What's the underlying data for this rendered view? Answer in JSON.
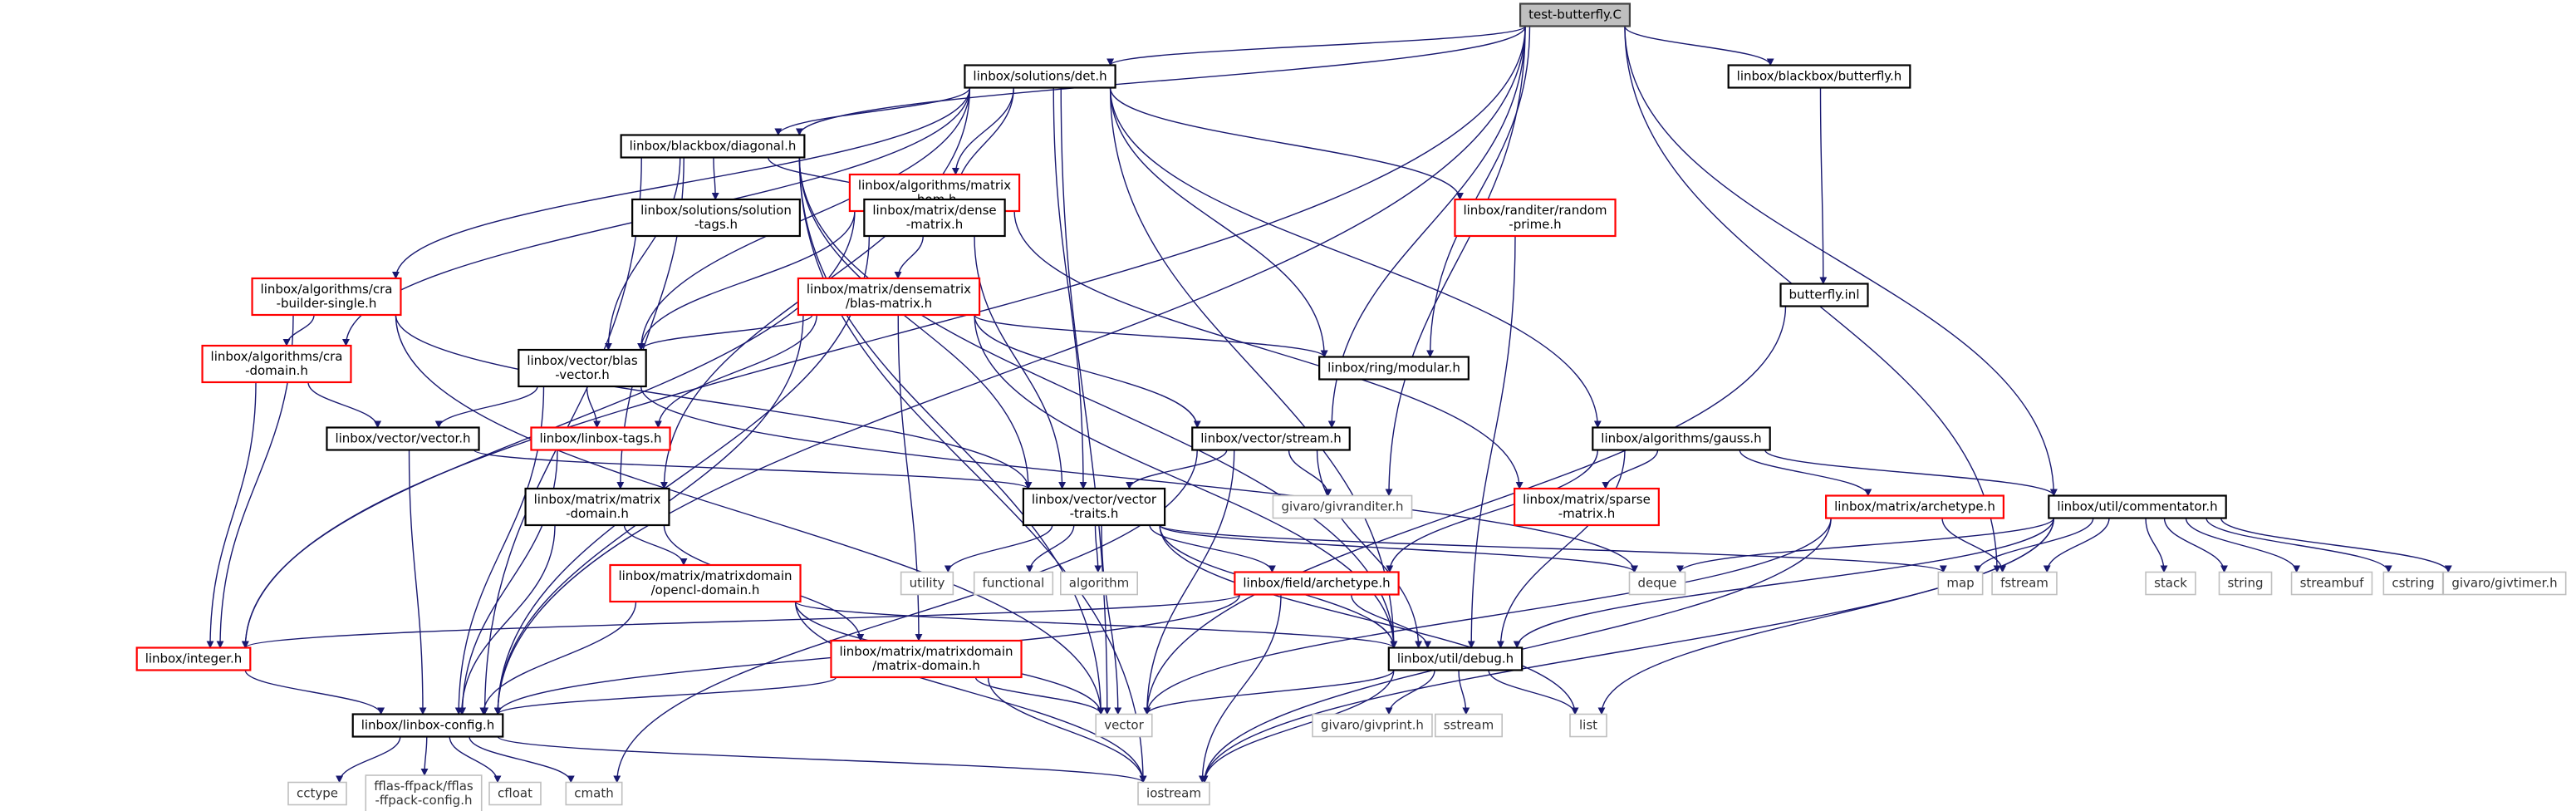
{
  "colors": {
    "edge": "#191970",
    "border_black": "#000000",
    "border_red": "#ff0000",
    "border_gray": "#bfbfbf",
    "root_fill": "#bfbfbf"
  },
  "nodes": [
    {
      "id": "root",
      "kind": "root",
      "lines": [
        "test-butterfly.C"
      ]
    },
    {
      "id": "det",
      "kind": "black",
      "lines": [
        "linbox/solutions/det.h"
      ]
    },
    {
      "id": "bb_butterfly",
      "kind": "black",
      "lines": [
        "linbox/blackbox/butterfly.h"
      ]
    },
    {
      "id": "diagonal",
      "kind": "black",
      "lines": [
        "linbox/blackbox/diagonal.h"
      ]
    },
    {
      "id": "matrix_hom",
      "kind": "red",
      "lines": [
        "linbox/algorithms/matrix",
        "-hom.h"
      ]
    },
    {
      "id": "solution_tags",
      "kind": "black",
      "lines": [
        "linbox/solutions/solution",
        "-tags.h"
      ]
    },
    {
      "id": "dense_matrix",
      "kind": "black",
      "lines": [
        "linbox/matrix/dense",
        "-matrix.h"
      ]
    },
    {
      "id": "random_prime",
      "kind": "red",
      "lines": [
        "linbox/randiter/random",
        "-prime.h"
      ]
    },
    {
      "id": "butterfly_inl",
      "kind": "black",
      "lines": [
        "butterfly.inl"
      ]
    },
    {
      "id": "cra_builder",
      "kind": "red",
      "lines": [
        "linbox/algorithms/cra",
        "-builder-single.h"
      ]
    },
    {
      "id": "blas_matrix",
      "kind": "red",
      "lines": [
        "linbox/matrix/densematrix",
        "/blas-matrix.h"
      ]
    },
    {
      "id": "cra_domain",
      "kind": "red",
      "lines": [
        "linbox/algorithms/cra",
        "-domain.h"
      ]
    },
    {
      "id": "blas_vector",
      "kind": "black",
      "lines": [
        "linbox/vector/blas",
        "-vector.h"
      ]
    },
    {
      "id": "ring_modular",
      "kind": "black",
      "lines": [
        "linbox/ring/modular.h"
      ]
    },
    {
      "id": "vector_h",
      "kind": "black",
      "lines": [
        "linbox/vector/vector.h"
      ]
    },
    {
      "id": "linbox_tags",
      "kind": "red",
      "lines": [
        "linbox/linbox-tags.h"
      ]
    },
    {
      "id": "stream",
      "kind": "black",
      "lines": [
        "linbox/vector/stream.h"
      ]
    },
    {
      "id": "gauss",
      "kind": "black",
      "lines": [
        "linbox/algorithms/gauss.h"
      ]
    },
    {
      "id": "matrix_domain",
      "kind": "black",
      "lines": [
        "linbox/matrix/matrix",
        "-domain.h"
      ]
    },
    {
      "id": "vector_traits",
      "kind": "black",
      "lines": [
        "linbox/vector/vector",
        "-traits.h"
      ]
    },
    {
      "id": "givranditer",
      "kind": "gray",
      "lines": [
        "givaro/givranditer.h"
      ]
    },
    {
      "id": "sparse_matrix",
      "kind": "red",
      "lines": [
        "linbox/matrix/sparse",
        "-matrix.h"
      ]
    },
    {
      "id": "matrix_archetype",
      "kind": "red",
      "lines": [
        "linbox/matrix/archetype.h"
      ]
    },
    {
      "id": "commentator",
      "kind": "black",
      "lines": [
        "linbox/util/commentator.h"
      ]
    },
    {
      "id": "opencl_domain",
      "kind": "red",
      "lines": [
        "linbox/matrix/matrixdomain",
        "/opencl-domain.h"
      ]
    },
    {
      "id": "utility",
      "kind": "gray",
      "lines": [
        "utility"
      ]
    },
    {
      "id": "functional",
      "kind": "gray",
      "lines": [
        "functional"
      ]
    },
    {
      "id": "algorithm",
      "kind": "gray",
      "lines": [
        "algorithm"
      ]
    },
    {
      "id": "field_archetype",
      "kind": "red",
      "lines": [
        "linbox/field/archetype.h"
      ]
    },
    {
      "id": "deque",
      "kind": "gray",
      "lines": [
        "deque"
      ]
    },
    {
      "id": "map",
      "kind": "gray",
      "lines": [
        "map"
      ]
    },
    {
      "id": "fstream",
      "kind": "gray",
      "lines": [
        "fstream"
      ]
    },
    {
      "id": "stack",
      "kind": "gray",
      "lines": [
        "stack"
      ]
    },
    {
      "id": "string",
      "kind": "gray",
      "lines": [
        "string"
      ]
    },
    {
      "id": "streambuf",
      "kind": "gray",
      "lines": [
        "streambuf"
      ]
    },
    {
      "id": "cstring",
      "kind": "gray",
      "lines": [
        "cstring"
      ]
    },
    {
      "id": "givtimer",
      "kind": "gray",
      "lines": [
        "givaro/givtimer.h"
      ]
    },
    {
      "id": "integer",
      "kind": "red",
      "lines": [
        "linbox/integer.h"
      ]
    },
    {
      "id": "md_matrix_domain",
      "kind": "red",
      "lines": [
        "linbox/matrix/matrixdomain",
        "/matrix-domain.h"
      ]
    },
    {
      "id": "debug",
      "kind": "black",
      "lines": [
        "linbox/util/debug.h"
      ]
    },
    {
      "id": "linbox_config",
      "kind": "black",
      "lines": [
        "linbox/linbox-config.h"
      ]
    },
    {
      "id": "vector",
      "kind": "gray",
      "lines": [
        "vector"
      ]
    },
    {
      "id": "list",
      "kind": "gray",
      "lines": [
        "list"
      ]
    },
    {
      "id": "givprint",
      "kind": "gray",
      "lines": [
        "givaro/givprint.h"
      ]
    },
    {
      "id": "sstream",
      "kind": "gray",
      "lines": [
        "sstream"
      ]
    },
    {
      "id": "cctype",
      "kind": "gray",
      "lines": [
        "cctype"
      ]
    },
    {
      "id": "ffpack_config",
      "kind": "gray",
      "lines": [
        "fflas-ffpack/fflas",
        "-ffpack-config.h"
      ]
    },
    {
      "id": "cfloat",
      "kind": "gray",
      "lines": [
        "cfloat"
      ]
    },
    {
      "id": "cmath",
      "kind": "gray",
      "lines": [
        "cmath"
      ]
    },
    {
      "id": "iostream",
      "kind": "gray",
      "lines": [
        "iostream"
      ]
    }
  ],
  "edges": [
    [
      "root",
      "det"
    ],
    [
      "root",
      "bb_butterfly"
    ],
    [
      "root",
      "diagonal"
    ],
    [
      "root",
      "ring_modular"
    ],
    [
      "root",
      "stream"
    ],
    [
      "root",
      "givranditer"
    ],
    [
      "root",
      "fstream"
    ],
    [
      "root",
      "commentator"
    ],
    [
      "root",
      "linbox_config"
    ],
    [
      "root",
      "integer"
    ],
    [
      "det",
      "diagonal"
    ],
    [
      "det",
      "matrix_hom"
    ],
    [
      "det",
      "dense_matrix"
    ],
    [
      "det",
      "random_prime"
    ],
    [
      "det",
      "cra_builder"
    ],
    [
      "det",
      "cra_domain"
    ],
    [
      "det",
      "blas_vector"
    ],
    [
      "det",
      "ring_modular"
    ],
    [
      "det",
      "vector_traits"
    ],
    [
      "det",
      "matrix_domain"
    ],
    [
      "det",
      "gauss"
    ],
    [
      "det",
      "debug"
    ],
    [
      "det",
      "vector"
    ],
    [
      "bb_butterfly",
      "butterfly_inl"
    ],
    [
      "diagonal",
      "solution_tags"
    ],
    [
      "diagonal",
      "dense_matrix"
    ],
    [
      "diagonal",
      "blas_vector"
    ],
    [
      "diagonal",
      "vector_traits"
    ],
    [
      "diagonal",
      "linbox_config"
    ],
    [
      "diagonal",
      "debug"
    ],
    [
      "diagonal",
      "matrix_domain"
    ],
    [
      "diagonal",
      "iostream"
    ],
    [
      "diagonal",
      "vector"
    ],
    [
      "matrix_hom",
      "dense_matrix"
    ],
    [
      "matrix_hom",
      "blas_vector"
    ],
    [
      "matrix_hom",
      "integer"
    ],
    [
      "matrix_hom",
      "sparse_matrix"
    ],
    [
      "dense_matrix",
      "blas_matrix"
    ],
    [
      "dense_matrix",
      "vector_traits"
    ],
    [
      "dense_matrix",
      "linbox_config"
    ],
    [
      "random_prime",
      "debug"
    ],
    [
      "butterfly_inl",
      "vector"
    ],
    [
      "cra_builder",
      "cra_domain"
    ],
    [
      "cra_builder",
      "integer"
    ],
    [
      "cra_builder",
      "vector"
    ],
    [
      "cra_builder",
      "vector_traits"
    ],
    [
      "blas_matrix",
      "blas_vector"
    ],
    [
      "blas_matrix",
      "linbox_tags"
    ],
    [
      "blas_matrix",
      "ring_modular"
    ],
    [
      "blas_matrix",
      "stream"
    ],
    [
      "blas_matrix",
      "debug"
    ],
    [
      "blas_matrix",
      "md_matrix_domain"
    ],
    [
      "blas_matrix",
      "linbox_config"
    ],
    [
      "cra_domain",
      "vector_h"
    ],
    [
      "cra_domain",
      "integer"
    ],
    [
      "blas_vector",
      "vector_h"
    ],
    [
      "blas_vector",
      "linbox_tags"
    ],
    [
      "blas_vector",
      "linbox_config"
    ],
    [
      "blas_vector",
      "deque"
    ],
    [
      "vector_h",
      "vector_traits"
    ],
    [
      "vector_h",
      "linbox_config"
    ],
    [
      "linbox_tags",
      "linbox_config"
    ],
    [
      "stream",
      "vector_traits"
    ],
    [
      "stream",
      "givranditer"
    ],
    [
      "stream",
      "debug"
    ],
    [
      "stream",
      "vector"
    ],
    [
      "stream",
      "cmath"
    ],
    [
      "gauss",
      "sparse_matrix"
    ],
    [
      "gauss",
      "matrix_archetype"
    ],
    [
      "gauss",
      "commentator"
    ],
    [
      "gauss",
      "field_archetype"
    ],
    [
      "gauss",
      "debug"
    ],
    [
      "matrix_domain",
      "opencl_domain"
    ],
    [
      "matrix_domain",
      "md_matrix_domain"
    ],
    [
      "matrix_domain",
      "linbox_config"
    ],
    [
      "vector_traits",
      "utility"
    ],
    [
      "vector_traits",
      "functional"
    ],
    [
      "vector_traits",
      "algorithm"
    ],
    [
      "vector_traits",
      "field_archetype"
    ],
    [
      "vector_traits",
      "debug"
    ],
    [
      "vector_traits",
      "vector"
    ],
    [
      "vector_traits",
      "list"
    ],
    [
      "vector_traits",
      "deque"
    ],
    [
      "vector_traits",
      "map"
    ],
    [
      "matrix_archetype",
      "fstream"
    ],
    [
      "matrix_archetype",
      "vector"
    ],
    [
      "matrix_archetype",
      "iostream"
    ],
    [
      "commentator",
      "deque"
    ],
    [
      "commentator",
      "map"
    ],
    [
      "commentator",
      "fstream"
    ],
    [
      "commentator",
      "stack"
    ],
    [
      "commentator",
      "string"
    ],
    [
      "commentator",
      "streambuf"
    ],
    [
      "commentator",
      "cstring"
    ],
    [
      "commentator",
      "givtimer"
    ],
    [
      "commentator",
      "list"
    ],
    [
      "commentator",
      "iostream"
    ],
    [
      "commentator",
      "debug"
    ],
    [
      "opencl_domain",
      "linbox_config"
    ],
    [
      "opencl_domain",
      "debug"
    ],
    [
      "opencl_domain",
      "vector"
    ],
    [
      "opencl_domain",
      "iostream"
    ],
    [
      "field_archetype",
      "integer"
    ],
    [
      "field_archetype",
      "debug"
    ],
    [
      "field_archetype",
      "linbox_config"
    ],
    [
      "field_archetype",
      "iostream"
    ],
    [
      "integer",
      "linbox_config"
    ],
    [
      "md_matrix_domain",
      "linbox_config"
    ],
    [
      "md_matrix_domain",
      "vector"
    ],
    [
      "md_matrix_domain",
      "iostream"
    ],
    [
      "debug",
      "vector"
    ],
    [
      "debug",
      "list"
    ],
    [
      "debug",
      "givprint"
    ],
    [
      "debug",
      "sstream"
    ],
    [
      "debug",
      "iostream"
    ],
    [
      "linbox_config",
      "cctype"
    ],
    [
      "linbox_config",
      "ffpack_config"
    ],
    [
      "linbox_config",
      "cfloat"
    ],
    [
      "linbox_config",
      "cmath"
    ],
    [
      "linbox_config",
      "iostream"
    ]
  ]
}
